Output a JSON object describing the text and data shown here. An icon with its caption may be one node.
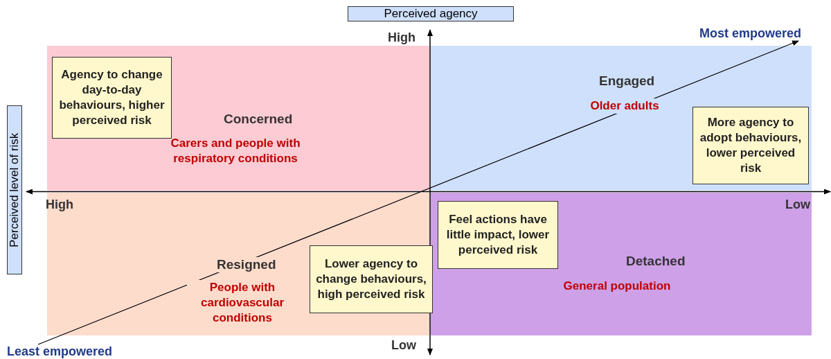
{
  "diagram": {
    "nodes": [
      {
        "text": [
          "Concerned",
          "Carers and people with respiratory conditions"
        ]
      },
      {
        "text": [
          "Engaged",
          "Older adults"
        ]
      },
      {
        "text": [
          "Resigned",
          "People with cardiovascular conditions"
        ]
      },
      {
        "text": [
          "Detached",
          "General population"
        ]
      },
      {
        "text": [
          "Agency to change day-to-day behaviours, higher perceived risk"
        ],
        "in": 0
      },
      {
        "text": [
          "More agency to adopt behaviours, lower perceived risk"
        ],
        "in": 1
      },
      {
        "text": [
          "Lower agency to change behaviours, high perceived risk"
        ],
        "in": 2
      },
      {
        "text": [
          "Feel actions have little impact, lower perceived risk"
        ],
        "in": 3
      },
      {
        "text": [
          "Most empowered"
        ]
      },
      {
        "text": [
          "Least empowered"
        ]
      }
    ],
    "edges": [
      {
        "from": 9,
        "to": 8,
        "arrow": "to"
      }
    ],
    "labels": [
      "Perceived agency",
      "High",
      "Perceived level of risk",
      "High",
      "Low",
      "Low"
    ]
  }
}
